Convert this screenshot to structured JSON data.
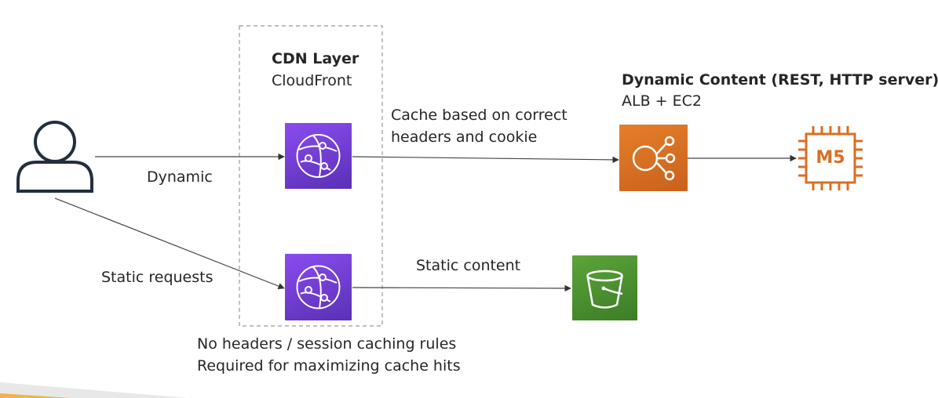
{
  "cdn_layer": {
    "title": "CDN Layer",
    "subtitle": "CloudFront"
  },
  "dynamic_content": {
    "title": "Dynamic Content (REST, HTTP server):",
    "subtitle": "ALB + EC2"
  },
  "labels": {
    "cache_note_line1": "Cache based on correct",
    "cache_note_line2": "headers and cookie",
    "dynamic": "Dynamic",
    "static_requests": "Static requests",
    "static_content": "Static content",
    "bottom_note_line1": "No headers / session caching rules",
    "bottom_note_line2": "Required for maximizing cache hits"
  },
  "ec2": {
    "instance_label": "M5"
  },
  "icons": {
    "user": "user-icon",
    "cloudfront": "cloudfront-icon",
    "alb": "load-balancer-icon",
    "ec2": "ec2-instance-icon",
    "s3": "s3-bucket-icon"
  },
  "colors": {
    "cloudfront": "#7b45e0",
    "alb": "#d86f24",
    "ec2": "#d86f24",
    "s3": "#4a8f2f"
  }
}
